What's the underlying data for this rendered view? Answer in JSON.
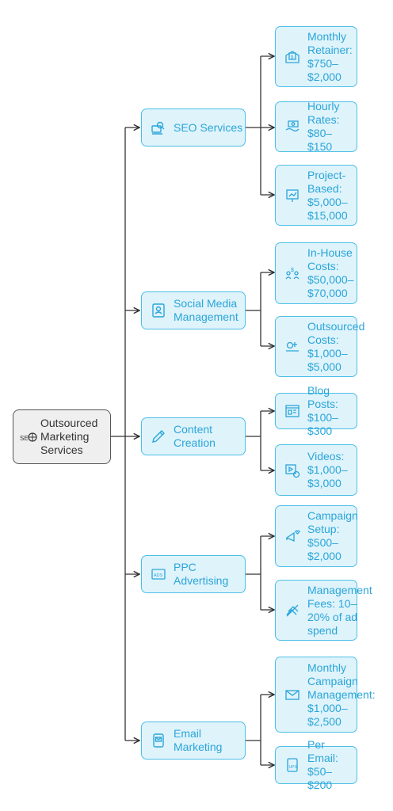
{
  "root": {
    "label": "Outsourced Marketing Services",
    "icon": "seo-globe-icon"
  },
  "colors": {
    "node_fill": "#dff3fb",
    "node_border": "#4dbfe6",
    "node_text": "#2aa6d9",
    "root_fill": "#efefef",
    "line": "#333333"
  },
  "categories": [
    {
      "label": "SEO Services",
      "icon": "seo-search-icon",
      "items": [
        {
          "label": "Monthly Retainer: $750–$2,000",
          "icon": "dollar-envelope-icon"
        },
        {
          "label": "Hourly Rates: $80–$150",
          "icon": "cash-hand-icon"
        },
        {
          "label": "Project-Based: $5,000–$15,000",
          "icon": "presentation-board-icon"
        }
      ]
    },
    {
      "label": "Social Media Management",
      "icon": "profile-card-icon",
      "items": [
        {
          "label": "In-House Costs: $50,000–$70,000",
          "icon": "people-dollar-icon"
        },
        {
          "label": "Outsourced Costs: $1,000–$5,000",
          "icon": "coin-hand-icon"
        }
      ]
    },
    {
      "label": "Content Creation",
      "icon": "pencil-icon",
      "items": [
        {
          "label": "Blog Posts: $100–$300",
          "icon": "browser-layout-icon"
        },
        {
          "label": "Videos: $1,000–$3,000",
          "icon": "video-dollar-icon"
        }
      ]
    },
    {
      "label": "PPC Advertising",
      "icon": "ads-icon",
      "items": [
        {
          "label": "Campaign Setup: $500–$2,000",
          "icon": "megaphone-heart-icon"
        },
        {
          "label": "Management Fees: 10–20% of ad spend",
          "icon": "percent-stack-icon"
        }
      ]
    },
    {
      "label": "Email Marketing",
      "icon": "phone-mail-icon",
      "items": [
        {
          "label": "Monthly Campaign Management: $1,000–$2,500",
          "icon": "envelope-icon"
        },
        {
          "label": "Per Email: $50–$200",
          "icon": "ups-phone-icon"
        }
      ]
    }
  ]
}
